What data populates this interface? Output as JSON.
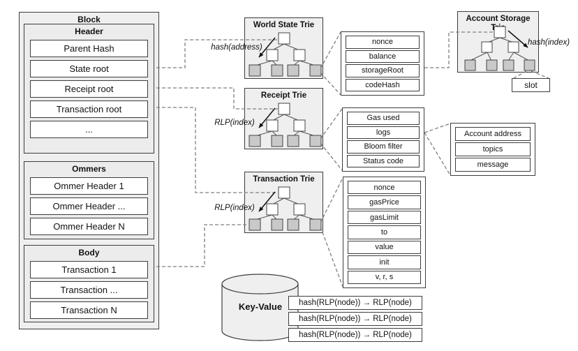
{
  "block": {
    "title": "Block",
    "header": {
      "title": "Header",
      "fields": [
        "Parent Hash",
        "State root",
        "Receipt root",
        "Transaction root",
        "..."
      ]
    },
    "ommers": {
      "title": "Ommers",
      "fields": [
        "Ommer Header 1",
        "Ommer Header ...",
        "Ommer Header N"
      ]
    },
    "body": {
      "title": "Body",
      "fields": [
        "Transaction 1",
        "Transaction ...",
        "Transaction N"
      ]
    }
  },
  "tries": {
    "world_state": {
      "title": "World State Trie",
      "key_label": "hash(address)"
    },
    "receipt": {
      "title": "Receipt Trie",
      "key_label": "RLP(index)"
    },
    "transaction": {
      "title": "Transaction Trie",
      "key_label": "RLP(index)"
    },
    "account_storage": {
      "title": "Account Storage Trie",
      "key_label": "hash(index)"
    }
  },
  "boxes": {
    "account": {
      "fields": [
        "nonce",
        "balance",
        "storageRoot",
        "codeHash"
      ]
    },
    "receipt": {
      "fields": [
        "Gas used",
        "logs",
        "Bloom filter",
        "Status code"
      ]
    },
    "transaction": {
      "fields": [
        "nonce",
        "gasPrice",
        "gasLimit",
        "to",
        "value",
        "init",
        "v, r, s"
      ]
    },
    "logs": {
      "fields": [
        "Account address",
        "topics",
        "message"
      ]
    },
    "slot": {
      "label": "slot"
    }
  },
  "key_value_store": {
    "label": "Key-Value",
    "entries": [
      "hash(RLP(node)) → RLP(node)",
      "hash(RLP(node)) → RLP(node)",
      "hash(RLP(node)) → RLP(node)"
    ]
  },
  "colors": {
    "panel": "#efefef",
    "border": "#3c3c3c",
    "leaf_fill": "#c9c9c9",
    "dash": "#7f7f7f"
  }
}
